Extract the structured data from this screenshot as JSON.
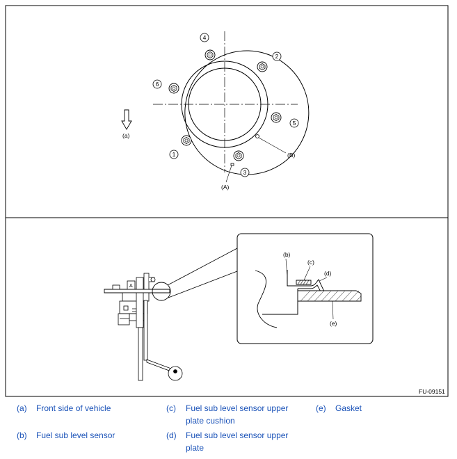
{
  "figure": {
    "code": "FU-09151",
    "top_view": {
      "bolt_numbers": [
        "4",
        "2",
        "6",
        "5",
        "1",
        "3"
      ],
      "labels": {
        "a": "(a)",
        "A": "(A)",
        "B": "(B)"
      }
    },
    "side_view": {
      "labels": {
        "b": "(b)",
        "c": "(c)",
        "d": "(d)",
        "e": "(e)"
      },
      "pump_marking": "A"
    }
  },
  "legend": [
    {
      "key": "(a)",
      "text": "Front side of vehicle"
    },
    {
      "key": "(b)",
      "text": "Fuel sub level sensor"
    },
    {
      "key": "(c)",
      "text": "Fuel sub level sensor upper plate cushion"
    },
    {
      "key": "(d)",
      "text": "Fuel sub level sensor upper plate"
    },
    {
      "key": "(e)",
      "text": "Gasket"
    }
  ],
  "colors": {
    "legend_text": "#1a52b8",
    "line": "#000000"
  }
}
